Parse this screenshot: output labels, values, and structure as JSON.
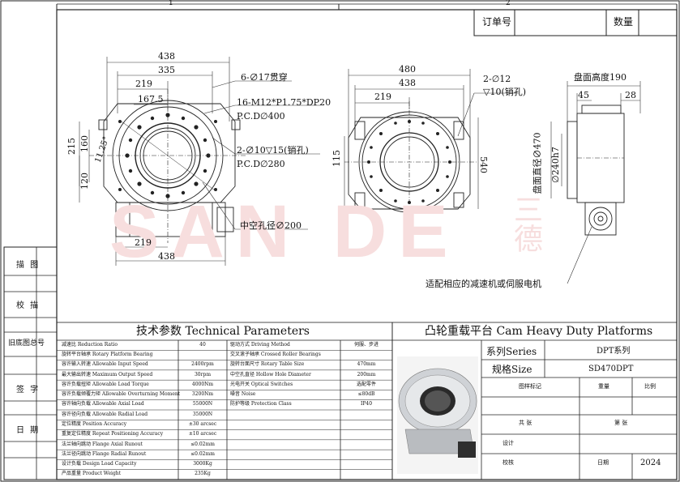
{
  "frame": {
    "col1": "1",
    "col2": "2"
  },
  "header": {
    "order_no_label": "订单号",
    "qty_label": "数量"
  },
  "left_strip": {
    "draw": "描 图",
    "check": "校 描",
    "old_drawing": "旧底图总号",
    "sign": "签 字",
    "date": "日 期"
  },
  "front_view": {
    "d438_top": "438",
    "d335": "335",
    "d219_top": "219",
    "d167": "167.5",
    "d215": "215",
    "d160": "160",
    "d11": "11.25°",
    "d120": "120",
    "d219_bottom": "219",
    "d438_bottom": "438",
    "note_through": "6-∅17贯穿",
    "note_thread": "16-M12*P1.75*DP20",
    "note_pcd400": "P.C.D∅400",
    "note_pin": "2-∅10▽15(销孔)",
    "note_pcd280": "P.C.D∅280",
    "note_hollow": "中空孔径∅200"
  },
  "top_view": {
    "d480": "480",
    "d438": "438",
    "d219": "219",
    "d115": "115",
    "d540": "540",
    "note_pin": "2-∅12",
    "note_pin2": "▽10(销孔)"
  },
  "side_view": {
    "height": "盘面高度190",
    "d45": "45",
    "d28": "28",
    "d470": "盘面直径∅470",
    "d240": "∅240h7",
    "motor_note": "适配相应的减速机或伺服电机"
  },
  "params": {
    "title": "技术参数  Technical Parameters",
    "rows": [
      [
        "减速比 Reduction Ratio",
        "40",
        "驱动方式 Driving Method",
        "伺服、步进"
      ],
      [
        "旋转平台轴承 Rotary Platform Bearing",
        "",
        "交叉滚子轴承 Crossed Roller Bearings",
        ""
      ],
      [
        "容许输入转速 Allowable Input Speed",
        "2400rpm",
        "旋转台面尺寸 Rotary Table Size",
        "470mm"
      ],
      [
        "最大输出转速 Maximum Output Speed",
        "30rpm",
        "中空孔直径 Hollow Hole Diameter",
        "200mm"
      ],
      [
        "容许负载扭矩 Allowable Load Torque",
        "4000Nm",
        "光电开关 Optical Switches",
        "选配零件"
      ],
      [
        "容许负载倾覆力矩 Allowable Overturning Moment",
        "3200Nm",
        "噪音 Noise",
        "≤80dB"
      ],
      [
        "容许轴向负载 Allowable Axial Load",
        "55000N",
        "防护等级 Protection Class",
        "IP40"
      ],
      [
        "容许径向负载 Allowable Radial Load",
        "35000N",
        "",
        ""
      ],
      [
        "定位精度 Position Accuracy",
        "±30 arcsec",
        "",
        ""
      ],
      [
        "重复定位精度 Repeat Positioning Accuracy",
        "±10 arcsec",
        "",
        ""
      ],
      [
        "法兰轴向跳动 Flange Axial Runout",
        "≤0.02mm",
        "",
        ""
      ],
      [
        "法兰径向跳动 Flange Radial Runout",
        "≤0.02mm",
        "",
        ""
      ],
      [
        "设计负载 Design Load Capacity",
        "3000Kg",
        "",
        ""
      ],
      [
        "产品重量 Product Weight",
        "235Kg",
        "",
        ""
      ]
    ]
  },
  "title_block": {
    "title": "凸轮重载平台 Cam Heavy Duty Platforms",
    "series_label": "系列Series",
    "series_value": "DPT系列",
    "spec_label": "规格Size",
    "spec_value": "SD470DPT",
    "mark_label": "图样标记",
    "weight_label": "重量",
    "scale_label": "比例",
    "total_label": "共  张",
    "sheet_label": "第  张",
    "design_label": "设计",
    "approve_label": "校核",
    "date_label": "日期",
    "year": "2024"
  },
  "watermark": {
    "text": "SAN DE",
    "cn": "三德"
  },
  "colors": {
    "line": "#222222",
    "watermark": "#f6d9d9",
    "dim": "#333333"
  }
}
